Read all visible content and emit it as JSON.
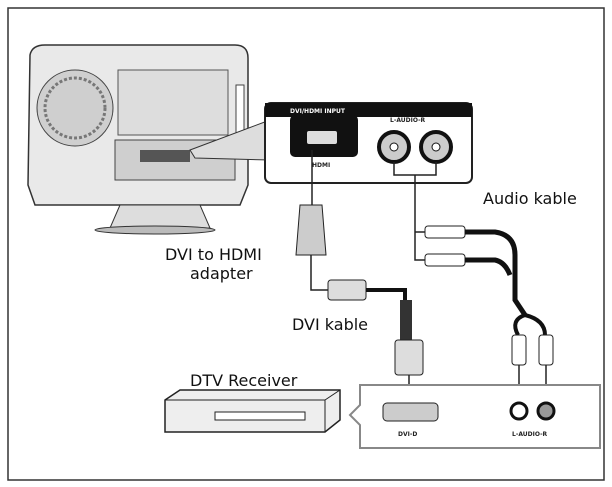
{
  "labels": {
    "audio_cable": "Audio kable",
    "adapter_line1": "DVI to HDMI",
    "adapter_line2": "adapter",
    "dvi_cable": "DVI kable",
    "dtv_receiver": "DTV Receiver"
  },
  "tv_panel": {
    "header": "DVI/HDMI INPUT",
    "hdmi_port": "HDMI",
    "audio_ports": "L-AUDIO-R"
  },
  "receiver_panel": {
    "dvi_port": "DVI-D",
    "audio_ports": "L-AUDIO-R"
  }
}
